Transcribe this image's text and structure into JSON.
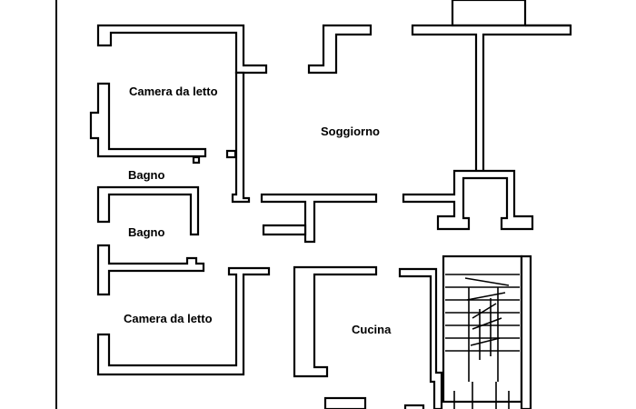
{
  "floorplan": {
    "rooms": [
      {
        "id": "camera-1",
        "label": "Camera da letto"
      },
      {
        "id": "soggiorno",
        "label": "Soggiorno"
      },
      {
        "id": "bagno-1",
        "label": "Bagno"
      },
      {
        "id": "bagno-2",
        "label": "Bagno"
      },
      {
        "id": "camera-2",
        "label": "Camera da letto"
      },
      {
        "id": "cucina",
        "label": "Cucina"
      }
    ],
    "colors": {
      "wall": "#000000",
      "background": "#ffffff"
    }
  }
}
